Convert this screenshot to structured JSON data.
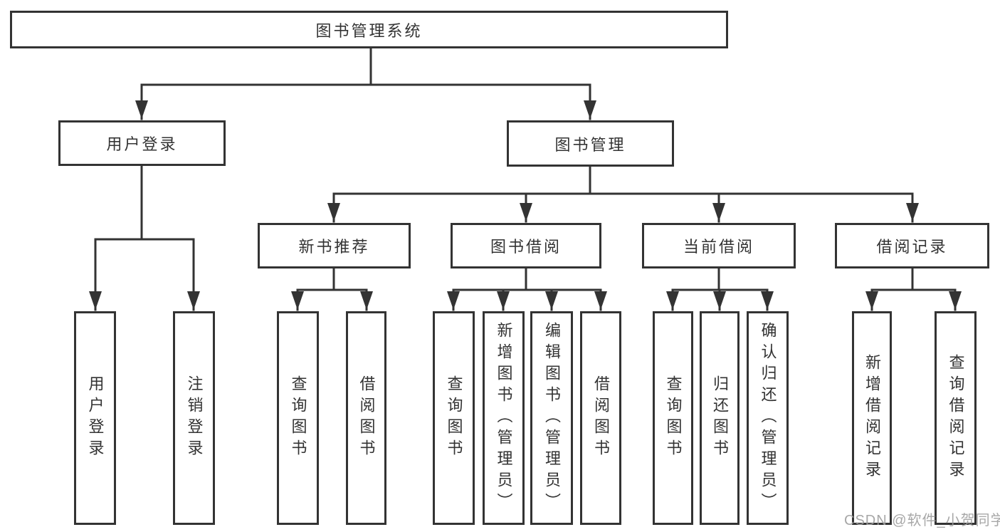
{
  "colors": {
    "line": "#333333",
    "box_border": "#333333",
    "box_fill": "#ffffff",
    "text": "#333333",
    "watermark": "#9e9e9e"
  },
  "root": {
    "label": "图书管理系统"
  },
  "branches": [
    {
      "label": "用户登录",
      "leaves": [
        {
          "label": "用户登录"
        },
        {
          "label": "注销登录"
        }
      ]
    },
    {
      "label": "图书管理",
      "sections": [
        {
          "label": "新书推荐",
          "leaves": [
            {
              "label": "查询图书"
            },
            {
              "label": "借阅图书"
            }
          ]
        },
        {
          "label": "图书借阅",
          "leaves": [
            {
              "label": "查询图书"
            },
            {
              "label": "新增图书（管理员）"
            },
            {
              "label": "编辑图书（管理员）"
            },
            {
              "label": "借阅图书"
            }
          ]
        },
        {
          "label": "当前借阅",
          "leaves": [
            {
              "label": "查询图书"
            },
            {
              "label": "归还图书"
            },
            {
              "label": "确认归还（管理员）"
            }
          ]
        },
        {
          "label": "借阅记录",
          "leaves": [
            {
              "label": "新增借阅记录"
            },
            {
              "label": "查询借阅记录"
            }
          ]
        }
      ]
    }
  ],
  "watermark": {
    "text": "CSDN @软件_小贺同学"
  }
}
